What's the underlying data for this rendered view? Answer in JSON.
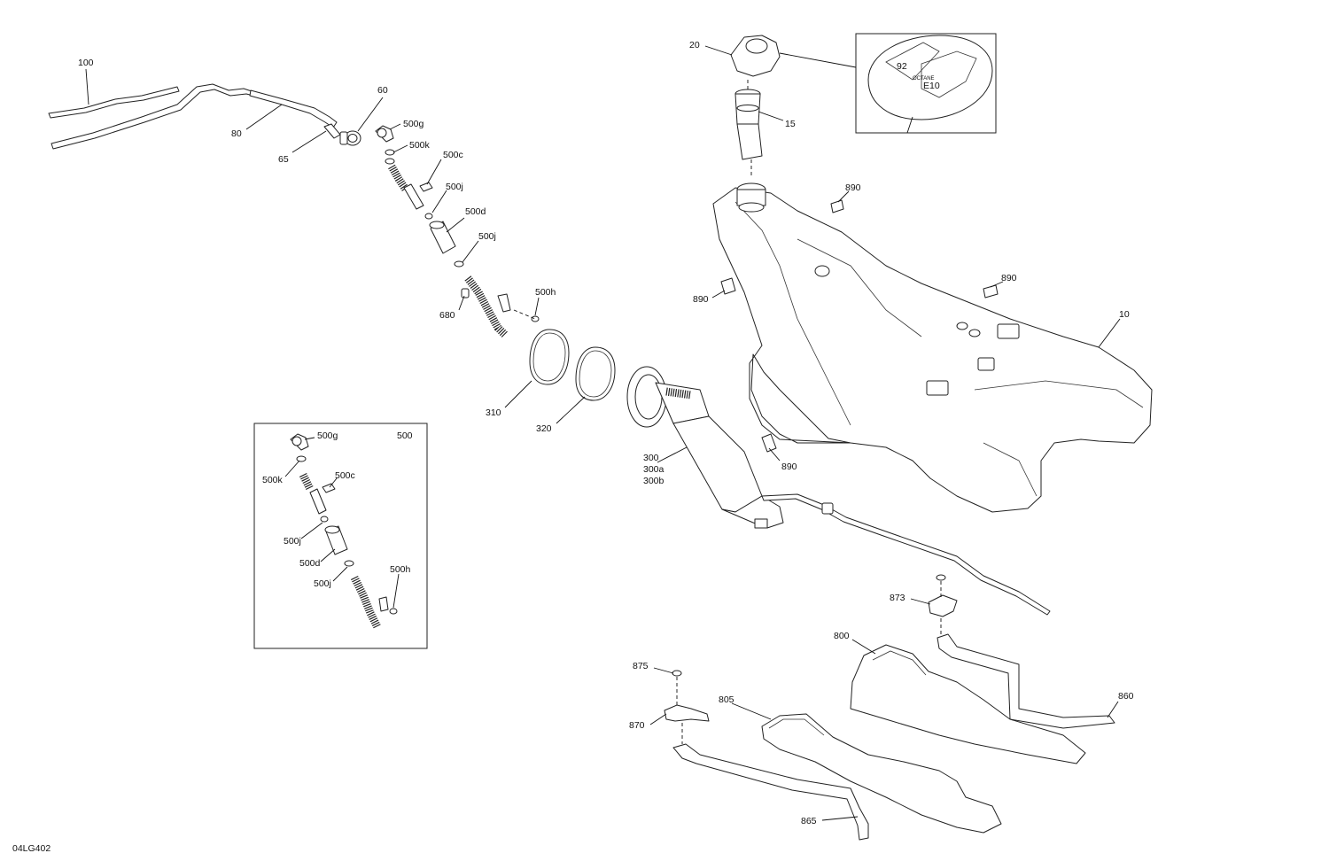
{
  "diagram_code": "04LG402",
  "inset_title": "500",
  "cap_marks": [
    "92",
    "OCTANE",
    "E10"
  ],
  "callouts": {
    "c100": "100",
    "c80": "80",
    "c65": "65",
    "c60": "60",
    "c500g": "500g",
    "c500k": "500k",
    "c500c": "500c",
    "c500j_a": "500j",
    "c500d": "500d",
    "c500j_b": "500j",
    "c500h": "500h",
    "c680": "680",
    "c310": "310",
    "c320": "320",
    "c300": "300",
    "c300a": "300a",
    "c300b": "300b",
    "c20": "20",
    "c15": "15",
    "c890_a": "890",
    "c890_b": "890",
    "c890_c": "890",
    "c890_d": "890",
    "c10": "10",
    "c873": "873",
    "c800": "800",
    "c875": "875",
    "c805": "805",
    "c870": "870",
    "c860": "860",
    "c865": "865",
    "i500g": "500g",
    "i500k": "500k",
    "i500c": "500c",
    "i500j_a": "500j",
    "i500d": "500d",
    "i500j_b": "500j",
    "i500h": "500h"
  }
}
